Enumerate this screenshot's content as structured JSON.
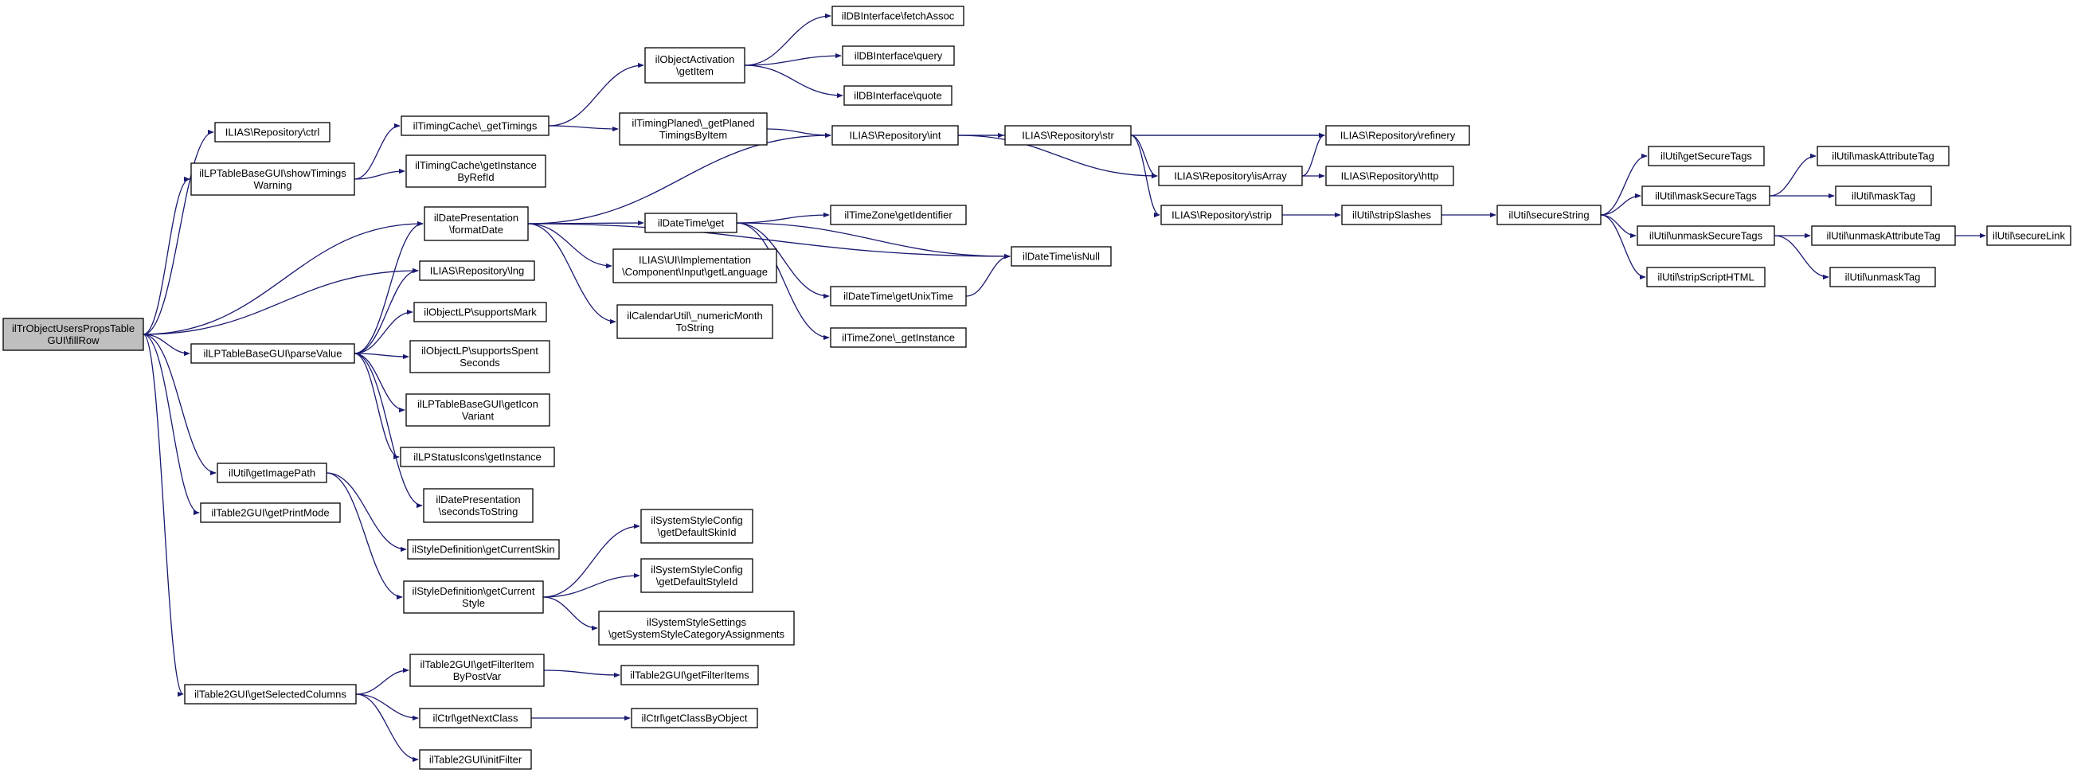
{
  "graph": {
    "edge_color": "#191970",
    "root_fill": "#bfbfbf",
    "node_fill": "#ffffff",
    "nodes": [
      {
        "id": "fillRow",
        "lines": [
          "ilTrObjectUsersPropsTable",
          "GUI\\fillRow"
        ],
        "root": true
      },
      {
        "id": "ctrl",
        "lines": [
          "ILIAS\\Repository\\ctrl"
        ]
      },
      {
        "id": "showTimings",
        "lines": [
          "ilLPTableBaseGUI\\showTimings",
          "Warning"
        ]
      },
      {
        "id": "getTimings",
        "lines": [
          "ilTimingCache\\_getTimings"
        ]
      },
      {
        "id": "getInstanceByRefId",
        "lines": [
          "ilTimingCache\\getInstance",
          "ByRefId"
        ]
      },
      {
        "id": "objActGetItem",
        "lines": [
          "ilObjectActivation",
          "\\getItem"
        ]
      },
      {
        "id": "fetchAssoc",
        "lines": [
          "ilDBInterface\\fetchAssoc"
        ]
      },
      {
        "id": "query",
        "lines": [
          "ilDBInterface\\query"
        ]
      },
      {
        "id": "quote",
        "lines": [
          "ilDBInterface\\quote"
        ]
      },
      {
        "id": "planedTimings",
        "lines": [
          "ilTimingPlaned\\_getPlaned",
          "TimingsByItem"
        ]
      },
      {
        "id": "repoInt",
        "lines": [
          "ILIAS\\Repository\\int"
        ]
      },
      {
        "id": "repoStr",
        "lines": [
          "ILIAS\\Repository\\str"
        ]
      },
      {
        "id": "refinery",
        "lines": [
          "ILIAS\\Repository\\refinery"
        ]
      },
      {
        "id": "isArray",
        "lines": [
          "ILIAS\\Repository\\isArray"
        ]
      },
      {
        "id": "http",
        "lines": [
          "ILIAS\\Repository\\http"
        ]
      },
      {
        "id": "strip",
        "lines": [
          "ILIAS\\Repository\\strip"
        ]
      },
      {
        "id": "stripSlashes",
        "lines": [
          "ilUtil\\stripSlashes"
        ]
      },
      {
        "id": "secureString",
        "lines": [
          "ilUtil\\secureString"
        ]
      },
      {
        "id": "getSecureTags",
        "lines": [
          "ilUtil\\getSecureTags"
        ]
      },
      {
        "id": "maskSecureTags",
        "lines": [
          "ilUtil\\maskSecureTags"
        ]
      },
      {
        "id": "maskAttributeTag",
        "lines": [
          "ilUtil\\maskAttributeTag"
        ]
      },
      {
        "id": "maskTag",
        "lines": [
          "ilUtil\\maskTag"
        ]
      },
      {
        "id": "unmaskSecureTags",
        "lines": [
          "ilUtil\\unmaskSecureTags"
        ]
      },
      {
        "id": "unmaskAttributeTag",
        "lines": [
          "ilUtil\\unmaskAttributeTag"
        ]
      },
      {
        "id": "secureLink",
        "lines": [
          "ilUtil\\secureLink"
        ]
      },
      {
        "id": "unmaskTag",
        "lines": [
          "ilUtil\\unmaskTag"
        ]
      },
      {
        "id": "stripScriptHTML",
        "lines": [
          "ilUtil\\stripScriptHTML"
        ]
      },
      {
        "id": "formatDate",
        "lines": [
          "ilDatePresentation",
          "\\formatDate"
        ]
      },
      {
        "id": "dtGet",
        "lines": [
          "ilDateTime\\get"
        ]
      },
      {
        "id": "tzGetIdentifier",
        "lines": [
          "ilTimeZone\\getIdentifier"
        ]
      },
      {
        "id": "dtIsNull",
        "lines": [
          "ilDateTime\\isNull"
        ]
      },
      {
        "id": "dtGetUnixTime",
        "lines": [
          "ilDateTime\\getUnixTime"
        ]
      },
      {
        "id": "tzGetInstance",
        "lines": [
          "ilTimeZone\\_getInstance"
        ]
      },
      {
        "id": "uiGetLanguage",
        "lines": [
          "ILIAS\\UI\\Implementation",
          "\\Component\\Input\\getLanguage"
        ]
      },
      {
        "id": "numericMonth",
        "lines": [
          "ilCalendarUtil\\_numericMonth",
          "ToString"
        ]
      },
      {
        "id": "lng",
        "lines": [
          "ILIAS\\Repository\\lng"
        ]
      },
      {
        "id": "parseValue",
        "lines": [
          "ilLPTableBaseGUI\\parseValue"
        ]
      },
      {
        "id": "supportsMark",
        "lines": [
          "ilObjectLP\\supportsMark"
        ]
      },
      {
        "id": "supportsSpent",
        "lines": [
          "ilObjectLP\\supportsSpent",
          "Seconds"
        ]
      },
      {
        "id": "getIconVariant",
        "lines": [
          "ilLPTableBaseGUI\\getIcon",
          "Variant"
        ]
      },
      {
        "id": "statusIcons",
        "lines": [
          "ilLPStatusIcons\\getInstance"
        ]
      },
      {
        "id": "secondsToString",
        "lines": [
          "ilDatePresentation",
          "\\secondsToString"
        ]
      },
      {
        "id": "getImagePath",
        "lines": [
          "ilUtil\\getImagePath"
        ]
      },
      {
        "id": "getCurrentSkin",
        "lines": [
          "ilStyleDefinition\\getCurrentSkin"
        ]
      },
      {
        "id": "getCurrentStyle",
        "lines": [
          "ilStyleDefinition\\getCurrent",
          "Style"
        ]
      },
      {
        "id": "defaultSkinId",
        "lines": [
          "ilSystemStyleConfig",
          "\\getDefaultSkinId"
        ]
      },
      {
        "id": "defaultStyleId",
        "lines": [
          "ilSystemStyleConfig",
          "\\getDefaultStyleId"
        ]
      },
      {
        "id": "categoryAssignments",
        "lines": [
          "ilSystemStyleSettings",
          "\\getSystemStyleCategoryAssignments"
        ]
      },
      {
        "id": "getPrintMode",
        "lines": [
          "ilTable2GUI\\getPrintMode"
        ]
      },
      {
        "id": "getSelectedColumns",
        "lines": [
          "ilTable2GUI\\getSelectedColumns"
        ]
      },
      {
        "id": "getFilterItemByPostVar",
        "lines": [
          "ilTable2GUI\\getFilterItem",
          "ByPostVar"
        ]
      },
      {
        "id": "getFilterItems",
        "lines": [
          "ilTable2GUI\\getFilterItems"
        ]
      },
      {
        "id": "getNextClass",
        "lines": [
          "ilCtrl\\getNextClass"
        ]
      },
      {
        "id": "getClassByObject",
        "lines": [
          "ilCtrl\\getClassByObject"
        ]
      },
      {
        "id": "initFilter",
        "lines": [
          "ilTable2GUI\\initFilter"
        ]
      }
    ],
    "edges": [
      [
        "fillRow",
        "ctrl"
      ],
      [
        "fillRow",
        "showTimings"
      ],
      [
        "fillRow",
        "formatDate"
      ],
      [
        "fillRow",
        "lng"
      ],
      [
        "fillRow",
        "parseValue"
      ],
      [
        "fillRow",
        "getImagePath"
      ],
      [
        "fillRow",
        "getPrintMode"
      ],
      [
        "fillRow",
        "getSelectedColumns"
      ],
      [
        "showTimings",
        "getTimings"
      ],
      [
        "showTimings",
        "getInstanceByRefId"
      ],
      [
        "getTimings",
        "objActGetItem"
      ],
      [
        "getTimings",
        "planedTimings"
      ],
      [
        "objActGetItem",
        "fetchAssoc"
      ],
      [
        "objActGetItem",
        "query"
      ],
      [
        "objActGetItem",
        "quote"
      ],
      [
        "planedTimings",
        "repoInt"
      ],
      [
        "repoInt",
        "repoStr"
      ],
      [
        "repoInt",
        "refinery"
      ],
      [
        "repoInt",
        "isArray"
      ],
      [
        "repoStr",
        "refinery"
      ],
      [
        "repoStr",
        "isArray"
      ],
      [
        "repoStr",
        "strip"
      ],
      [
        "isArray",
        "refinery"
      ],
      [
        "isArray",
        "http"
      ],
      [
        "strip",
        "stripSlashes"
      ],
      [
        "stripSlashes",
        "secureString"
      ],
      [
        "secureString",
        "getSecureTags"
      ],
      [
        "secureString",
        "maskSecureTags"
      ],
      [
        "secureString",
        "unmaskSecureTags"
      ],
      [
        "secureString",
        "stripScriptHTML"
      ],
      [
        "maskSecureTags",
        "maskAttributeTag"
      ],
      [
        "maskSecureTags",
        "maskTag"
      ],
      [
        "unmaskSecureTags",
        "unmaskAttributeTag"
      ],
      [
        "unmaskSecureTags",
        "unmaskTag"
      ],
      [
        "unmaskAttributeTag",
        "secureLink"
      ],
      [
        "formatDate",
        "repoInt"
      ],
      [
        "formatDate",
        "dtGet"
      ],
      [
        "formatDate",
        "dtIsNull"
      ],
      [
        "formatDate",
        "uiGetLanguage"
      ],
      [
        "formatDate",
        "numericMonth"
      ],
      [
        "dtGet",
        "tzGetIdentifier"
      ],
      [
        "dtGet",
        "dtIsNull"
      ],
      [
        "dtGet",
        "dtGetUnixTime"
      ],
      [
        "dtGet",
        "tzGetInstance"
      ],
      [
        "dtGetUnixTime",
        "dtIsNull"
      ],
      [
        "parseValue",
        "formatDate"
      ],
      [
        "parseValue",
        "lng"
      ],
      [
        "parseValue",
        "supportsMark"
      ],
      [
        "parseValue",
        "supportsSpent"
      ],
      [
        "parseValue",
        "getIconVariant"
      ],
      [
        "parseValue",
        "statusIcons"
      ],
      [
        "parseValue",
        "secondsToString"
      ],
      [
        "getImagePath",
        "getCurrentSkin"
      ],
      [
        "getImagePath",
        "getCurrentStyle"
      ],
      [
        "getCurrentStyle",
        "defaultSkinId"
      ],
      [
        "getCurrentStyle",
        "defaultStyleId"
      ],
      [
        "getCurrentStyle",
        "categoryAssignments"
      ],
      [
        "getSelectedColumns",
        "getFilterItemByPostVar"
      ],
      [
        "getSelectedColumns",
        "getNextClass"
      ],
      [
        "getSelectedColumns",
        "initFilter"
      ],
      [
        "getFilterItemByPostVar",
        "getFilterItems"
      ],
      [
        "getNextClass",
        "getClassByObject"
      ]
    ]
  }
}
